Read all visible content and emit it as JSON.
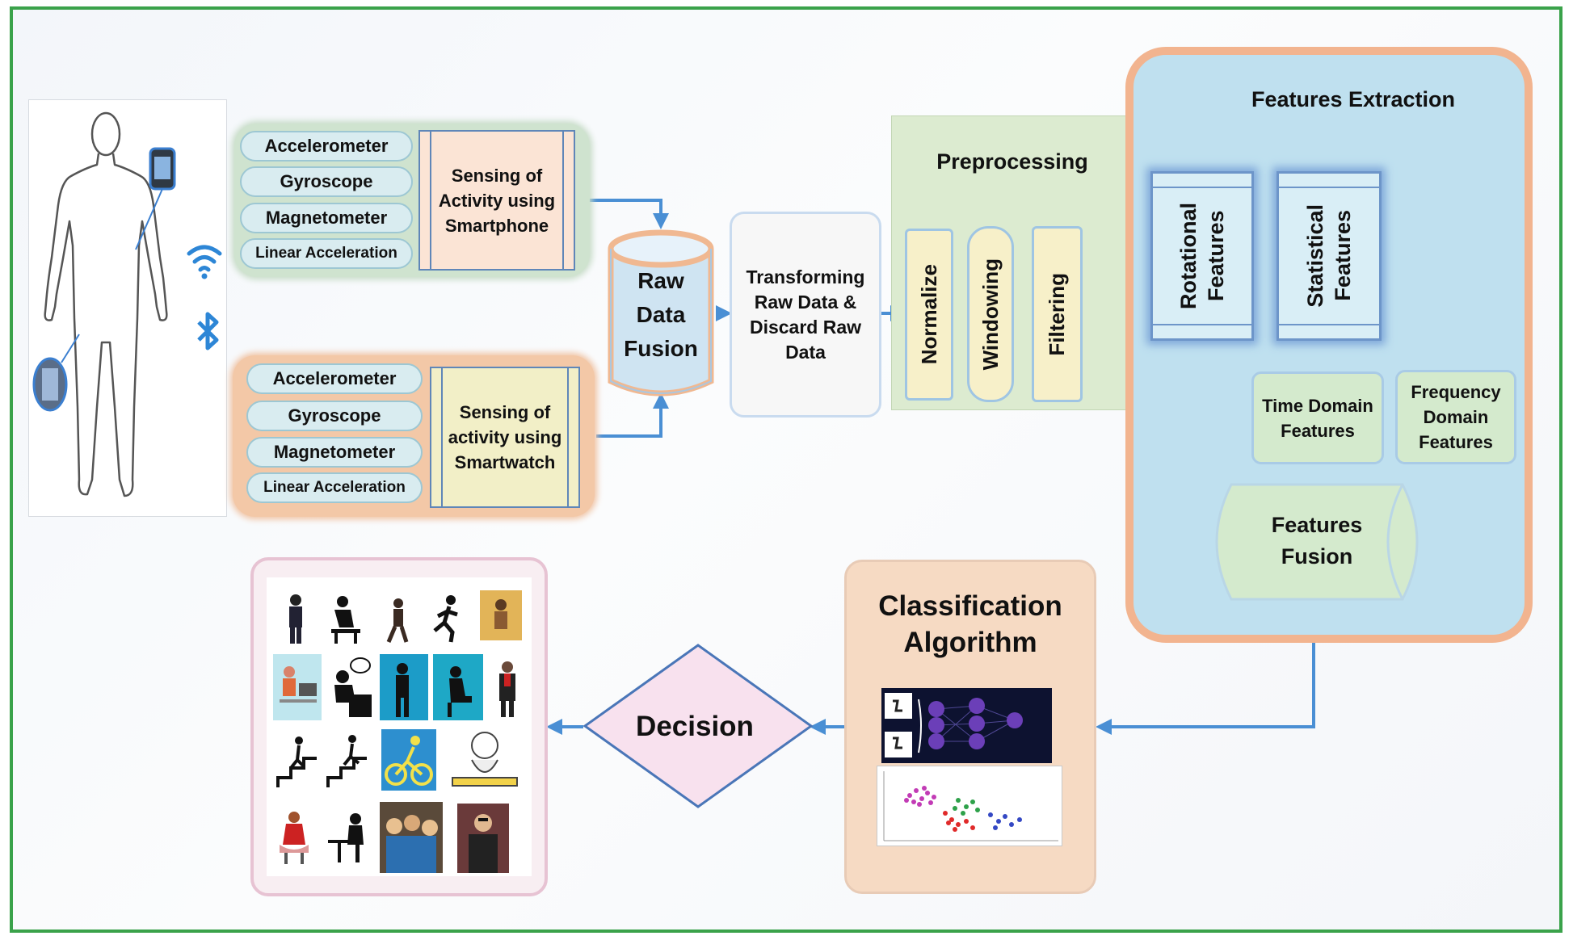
{
  "diagram": {
    "smartphone_sensors": {
      "items": [
        "Accelerometer",
        "Gyroscope",
        "Magnetometer",
        "Linear Acceleration"
      ],
      "sensing_label": [
        "Sensing of",
        "Activity using",
        "Smartphone"
      ]
    },
    "smartwatch_sensors": {
      "items": [
        "Accelerometer",
        "Gyroscope",
        "Magnetometer",
        "Linear Acceleration"
      ],
      "sensing_label": [
        "Sensing of",
        "activity using",
        "Smartwatch"
      ]
    },
    "raw_data_fusion": [
      "Raw",
      "Data",
      "Fusion"
    ],
    "transform": [
      "Transforming",
      "Raw Data &",
      "Discard  Raw",
      "Data"
    ],
    "preprocessing": {
      "title": "Preprocessing",
      "steps": [
        "Normalize",
        "Windowing",
        "Filtering"
      ]
    },
    "features_extraction": {
      "title": "Features Extraction",
      "rotational": [
        "Rotational",
        "Features"
      ],
      "statistical": [
        "Statistical",
        "Features"
      ],
      "time_domain": [
        "Time Domain",
        "Features"
      ],
      "frequency_domain": [
        "Frequency",
        "Domain",
        "Features"
      ],
      "fusion": [
        "Features",
        "Fusion"
      ]
    },
    "classification": [
      "Classification",
      "Algorithm"
    ],
    "decision": "Decision",
    "colors": {
      "frame": "#3aa24a",
      "arrow": "#4a8fd4",
      "phone_group": "#cfe3cf",
      "watch_group": "#f3c8a7",
      "features_panel": "#bfe0ef",
      "features_border": "#f2b48f",
      "preprocessing_panel": "#dcebd0",
      "classification_panel": "#f6dac3",
      "decision_fill": "#f8e1ee"
    },
    "icons": [
      "human-body-outline-icon",
      "smartwatch-icon",
      "smartphone-icon",
      "wifi-icon",
      "bluetooth-icon",
      "neural-network-icon",
      "scatter-plot-icon",
      "activity-pictogram-icon"
    ]
  }
}
